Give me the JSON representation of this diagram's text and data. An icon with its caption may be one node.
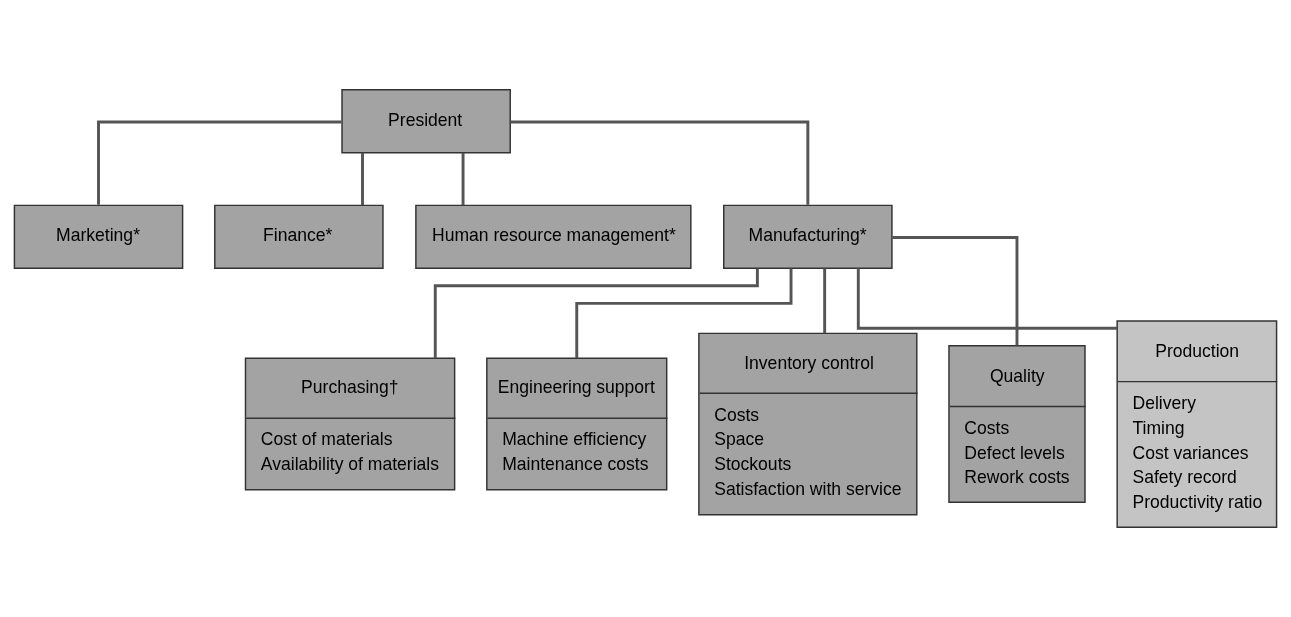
{
  "diagram": {
    "nodes": [
      {
        "text": [
          "President"
        ]
      },
      {
        "text": [
          "Marketing*"
        ]
      },
      {
        "text": [
          "Finance*"
        ]
      },
      {
        "text": [
          "Human resource management*"
        ]
      },
      {
        "text": [
          "Manufacturing*"
        ]
      },
      {
        "text": [
          "Purchasing†",
          "Cost of materials",
          "Availability of materials"
        ]
      },
      {
        "text": [
          "Engineering support",
          "Machine efficiency",
          "Maintenance costs"
        ]
      },
      {
        "text": [
          "Inventory control",
          "Costs",
          "Space",
          "Stockouts",
          "Satisfaction with service"
        ]
      },
      {
        "text": [
          "Quality",
          "Costs",
          "Defect levels",
          "Rework costs"
        ]
      },
      {
        "text": [
          "Production",
          "Delivery",
          "Timing",
          "Cost variances",
          "Safety record",
          "Productivity ratio"
        ]
      }
    ],
    "edges": [
      {
        "from": 0,
        "to": 1,
        "arrow": "none"
      },
      {
        "from": 0,
        "to": 2,
        "arrow": "none"
      },
      {
        "from": 0,
        "to": 3,
        "arrow": "none"
      },
      {
        "from": 0,
        "to": 4,
        "arrow": "none"
      },
      {
        "from": 4,
        "to": 5,
        "arrow": "none"
      },
      {
        "from": 4,
        "to": 6,
        "arrow": "none"
      },
      {
        "from": 4,
        "to": 7,
        "arrow": "none"
      },
      {
        "from": 4,
        "to": 8,
        "arrow": "none"
      },
      {
        "from": 4,
        "to": 9,
        "arrow": "none"
      }
    ]
  }
}
